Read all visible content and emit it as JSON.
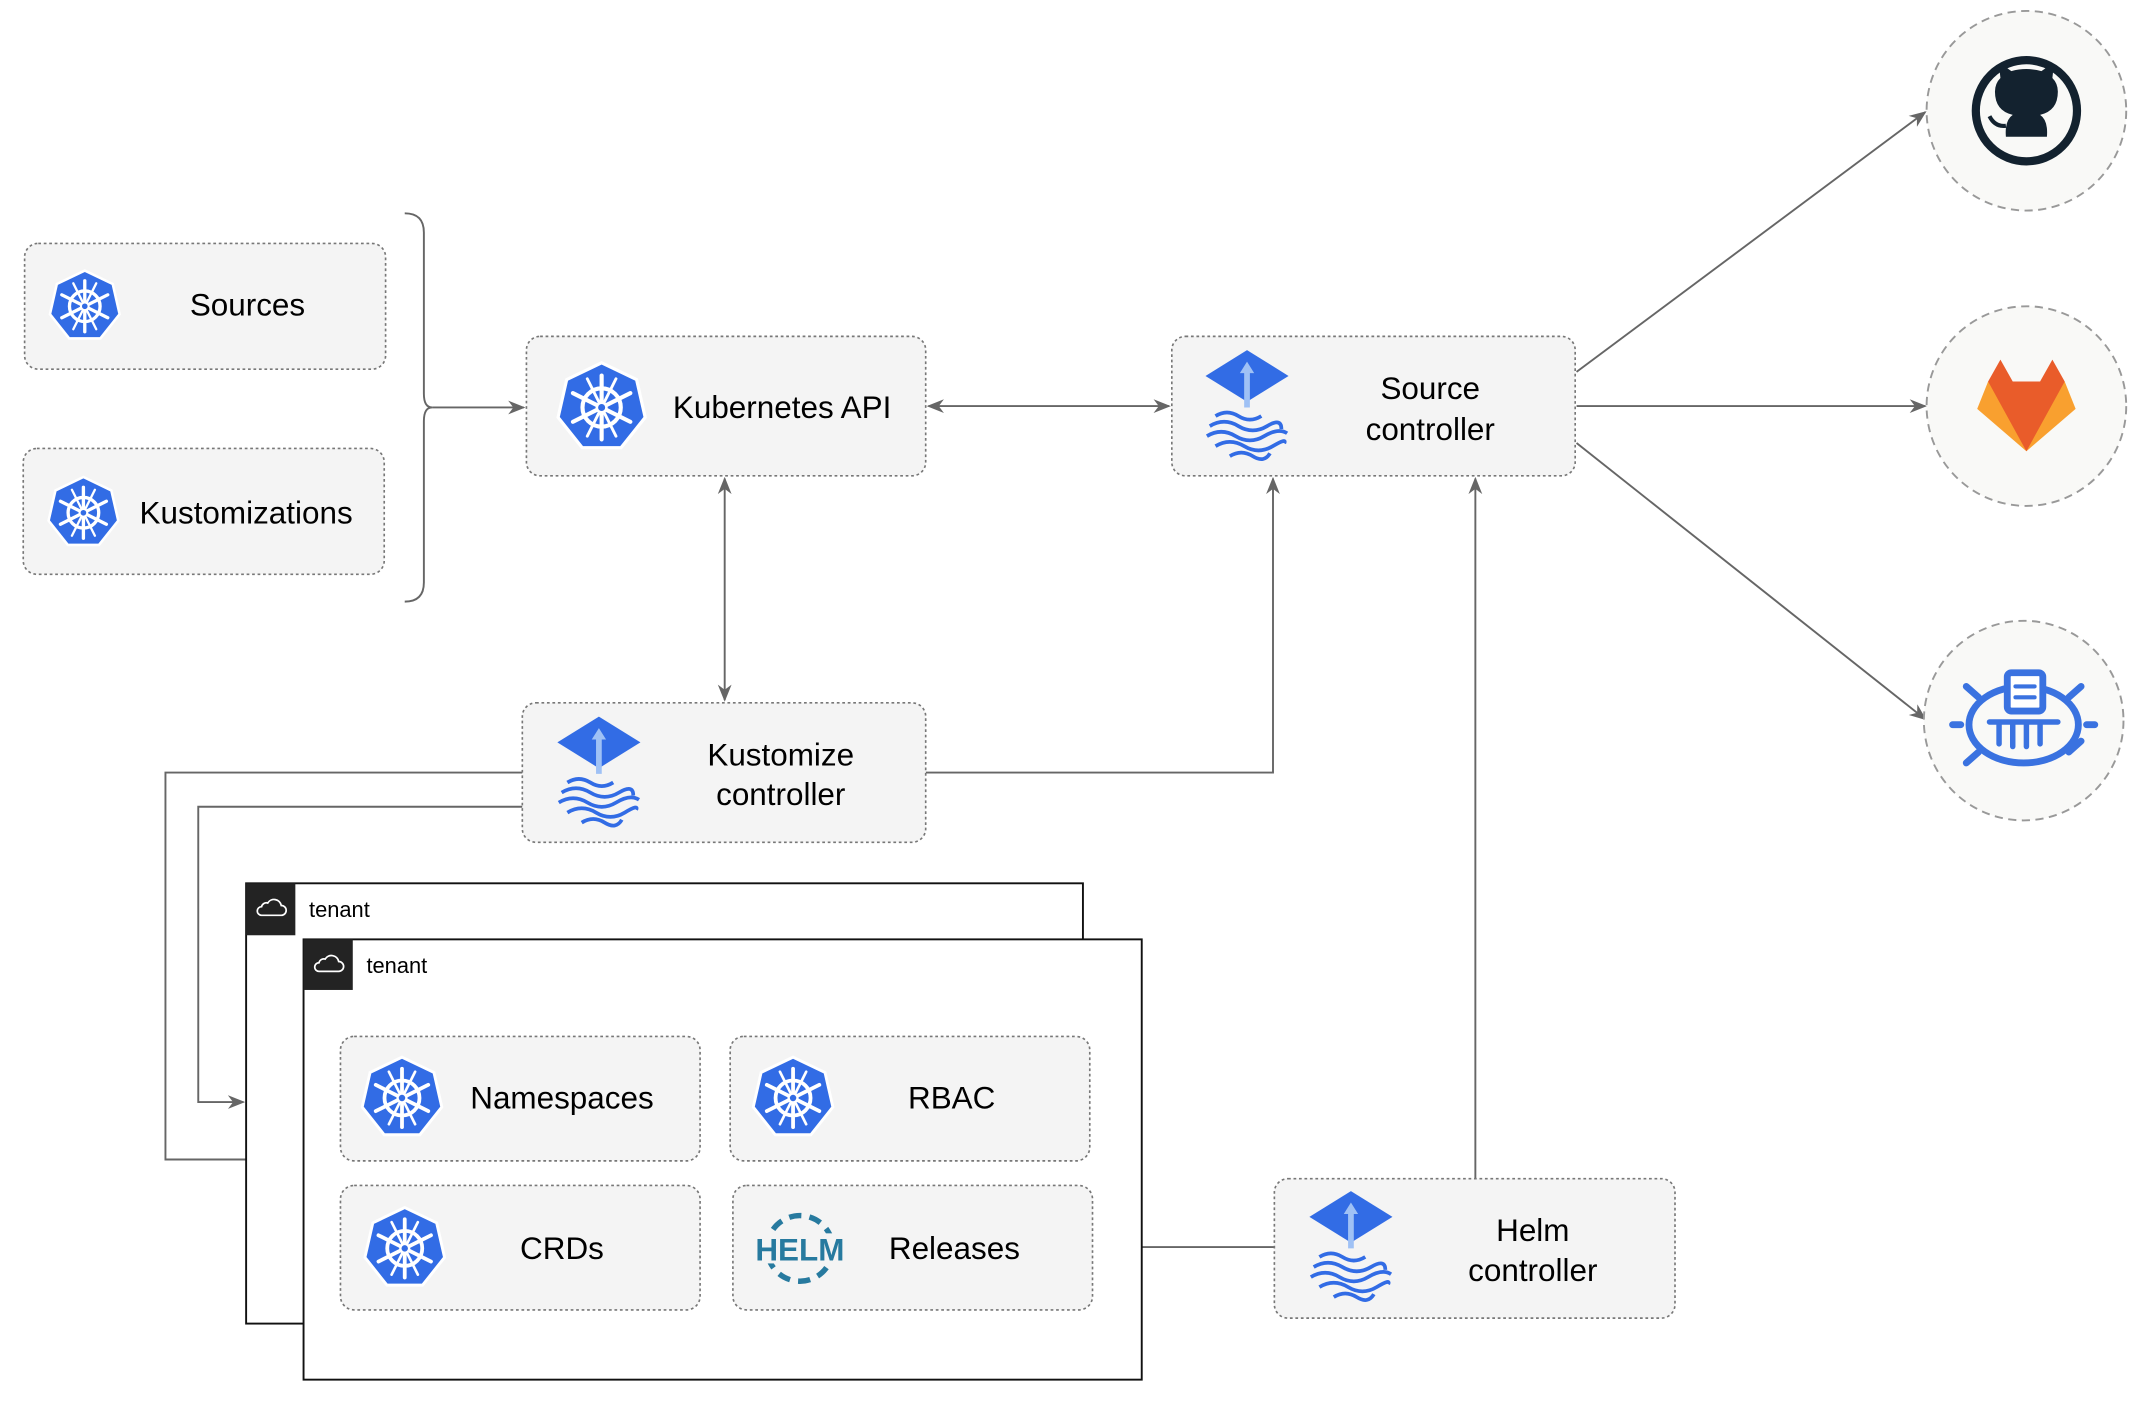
{
  "nodes": {
    "sources": {
      "label": "Sources",
      "icon": "kubernetes-icon"
    },
    "kustomizations": {
      "label": "Kustomizations",
      "icon": "kubernetes-icon"
    },
    "kubernetes_api": {
      "label": "Kubernetes API",
      "icon": "kubernetes-icon"
    },
    "source_controller": {
      "line1": "Source",
      "line2": "controller",
      "icon": "flux-icon"
    },
    "kustomize_controller": {
      "line1": "Kustomize",
      "line2": "controller",
      "icon": "flux-icon"
    },
    "helm_controller": {
      "line1": "Helm",
      "line2": "controller",
      "icon": "flux-icon"
    },
    "namespaces": {
      "label": "Namespaces",
      "icon": "kubernetes-icon"
    },
    "rbac": {
      "label": "RBAC",
      "icon": "kubernetes-icon"
    },
    "crds": {
      "label": "CRDs",
      "icon": "kubernetes-icon"
    },
    "releases": {
      "label": "Releases",
      "icon": "helm-icon",
      "icon_text": "HELM"
    }
  },
  "tenants": [
    {
      "label": "tenant",
      "icon": "cloud-icon"
    },
    {
      "label": "tenant",
      "icon": "cloud-icon"
    }
  ],
  "external": [
    {
      "icon": "github-icon"
    },
    {
      "icon": "gitlab-icon"
    },
    {
      "icon": "bucket-icon"
    }
  ],
  "colors": {
    "kubernetes_blue": "#326ce5",
    "github": "#13222f",
    "gitlab_orange": "#e95c2a",
    "gitlab_yellow": "#f9a02f",
    "helm": "#277a9f",
    "edge": "#666666"
  }
}
